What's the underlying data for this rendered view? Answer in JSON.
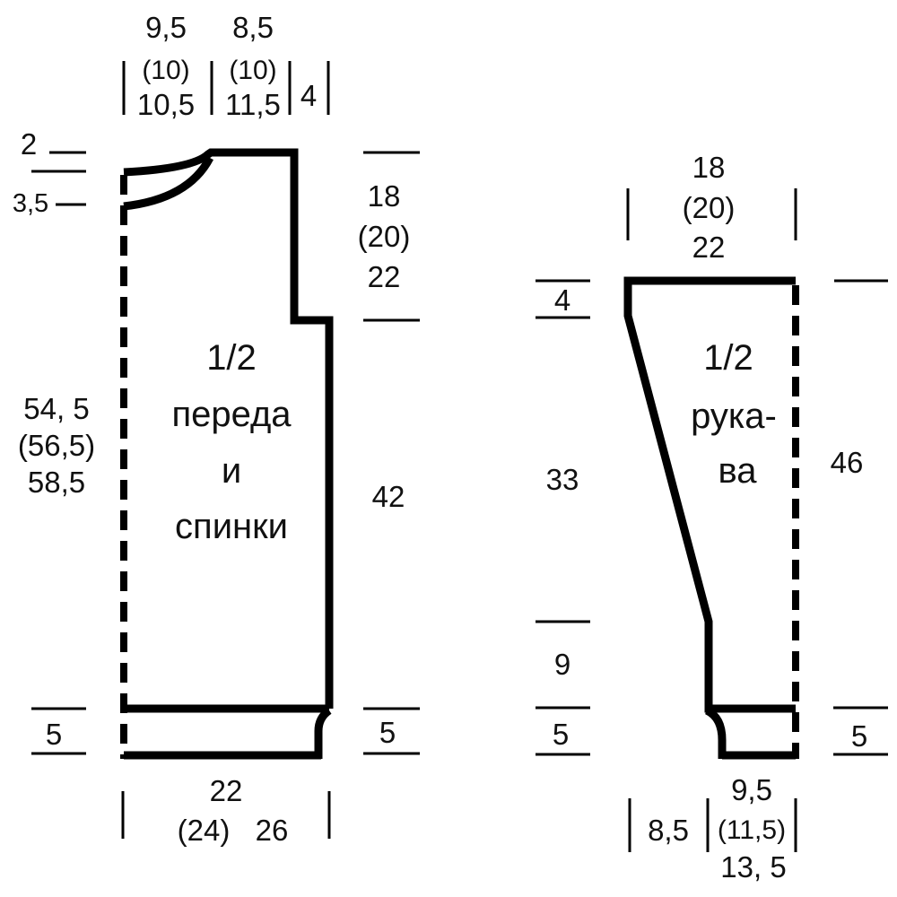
{
  "body_piece": {
    "title": [
      "1/2",
      "переда",
      "и",
      "спинки"
    ],
    "top_widths": {
      "neck": [
        "9,5",
        "(10)",
        "10,5"
      ],
      "shoulder": [
        "8,5",
        "(10)",
        "11,5"
      ],
      "armhole_step": "4"
    },
    "neck_depth_back": "2",
    "neck_depth_front": "3,5",
    "total_length": [
      "54, 5",
      "(56,5)",
      "58,5"
    ],
    "armhole_height": [
      "18",
      "(20)",
      "22"
    ],
    "side_length": "42",
    "hem_left": "5",
    "hem_right": "5",
    "bottom_width": [
      "22",
      "(24)",
      "26"
    ]
  },
  "sleeve_piece": {
    "title": [
      "1/2",
      "рука-",
      "ва"
    ],
    "top_width": [
      "18",
      "(20)",
      "22"
    ],
    "top_height": "4",
    "taper_height": "33",
    "straight_height": "9",
    "cuff_left": "5",
    "cuff_right": "5",
    "total_length": "46",
    "bottom_widths": {
      "left": "8,5",
      "right": [
        "9,5",
        "(11,5)",
        "13, 5"
      ]
    }
  }
}
